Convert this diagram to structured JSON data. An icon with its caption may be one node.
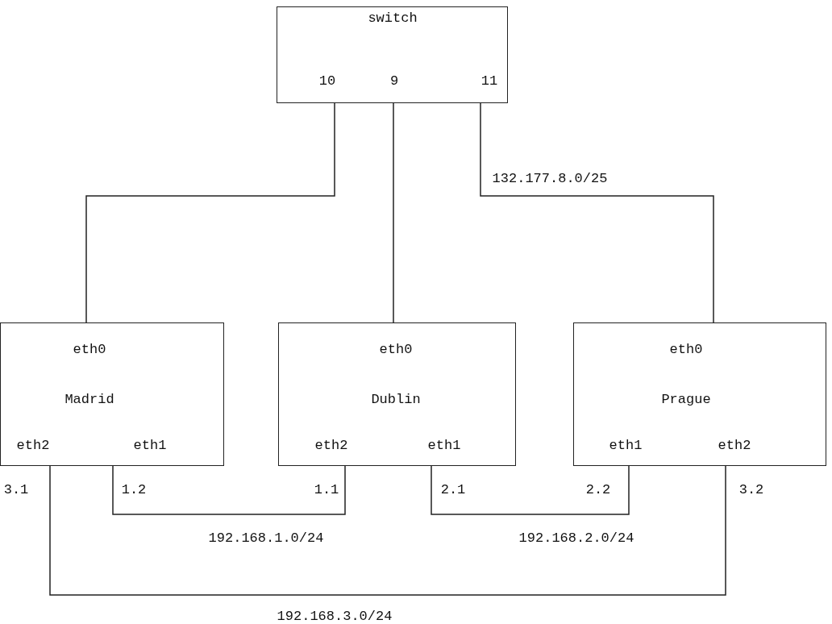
{
  "diagram": {
    "nodes": [
      {
        "text": [
          "switch",
          "10",
          "9",
          "11"
        ]
      },
      {
        "text": [
          "eth0",
          "Madrid",
          "eth2",
          "eth1"
        ],
        "beside": [
          "3.1",
          "1.2"
        ]
      },
      {
        "text": [
          "eth0",
          "Dublin",
          "eth2",
          "eth1"
        ],
        "beside": [
          "1.1",
          "2.1"
        ]
      },
      {
        "text": [
          "eth0",
          "Prague",
          "eth1",
          "eth2"
        ],
        "beside": [
          "2.2",
          "3.2"
        ]
      }
    ],
    "edges": [
      {
        "from": 0,
        "to": 1,
        "arrow": "none"
      },
      {
        "from": 0,
        "to": 2,
        "arrow": "none"
      },
      {
        "from": 0,
        "to": 3,
        "arrow": "none",
        "label": "132.177.8.0/25"
      },
      {
        "from": 1,
        "to": 2,
        "arrow": "none",
        "label": "192.168.1.0/24"
      },
      {
        "from": 2,
        "to": 3,
        "arrow": "none",
        "label": "192.168.2.0/24"
      },
      {
        "from": 1,
        "to": 3,
        "arrow": "none",
        "label": "192.168.3.0/24"
      }
    ]
  }
}
